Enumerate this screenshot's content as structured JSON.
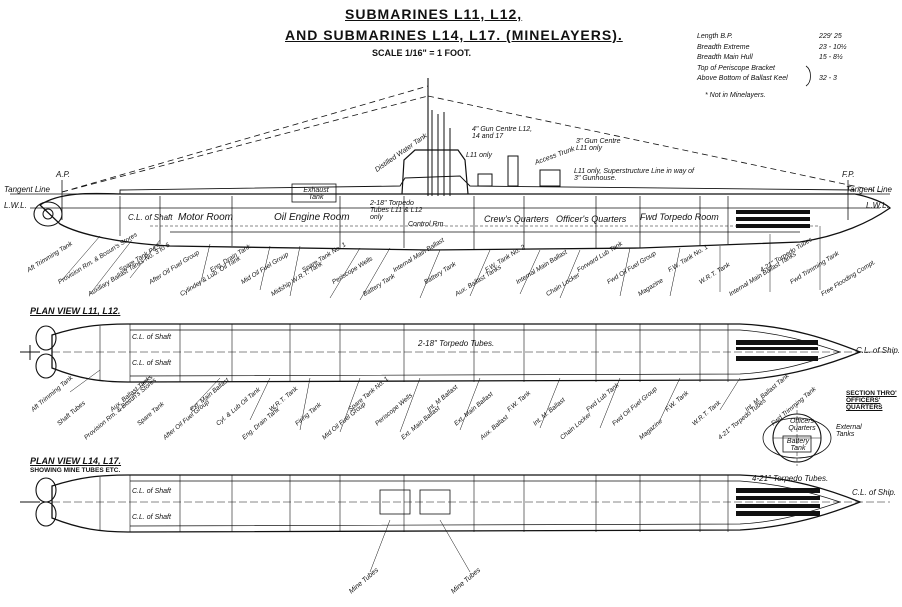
{
  "title": {
    "line1": "SUBMARINES L11, L12,",
    "line2": "AND SUBMARINES L14, L17. (MINELAYERS).",
    "scale": "SCALE 1/16\" = 1 FOOT."
  },
  "dimensions": {
    "rows": [
      {
        "label": "Length B.P.",
        "value": "229' 25"
      },
      {
        "label": "Breadth Extreme",
        "value": "23 - 10½"
      },
      {
        "label": "Breadth Main Hull",
        "value": "15 - 8½"
      },
      {
        "label": "Top of Periscope Bracket",
        "value": ""
      },
      {
        "label": "Above Bottom of Ballast Keel",
        "value": "32 - 3"
      }
    ],
    "note": "* Not in Minelayers."
  },
  "profile": {
    "labels": {
      "ap": "A.P.",
      "fp": "F.P.",
      "tangent_left": "Tangent Line",
      "tangent_right": "Tangent Line",
      "lwl_left": "L.W.L.",
      "lwl_right": "L.W.L.",
      "cl_shaft": "C.L. of Shaft",
      "motor_room": "Motor Room",
      "oil_engine_room": "Oil Engine Room",
      "exhaust_tank": "Exhaust Tank",
      "distiller": "Distilled Water Tank",
      "torpedo_tubes": "2-18\" Torpedo Tubes L11 & L12 only",
      "control_room": "Control Rm.",
      "crews_quarters": "Crew's Quarters",
      "officers_quarters": "Officer's Quarters",
      "fwd_torpedo_room": "Fwd Torpedo Room",
      "gun_centre_4": "4\" Gun Centre L12, 14 and 17",
      "l11_only": "L11 only",
      "access_trunk": "Access Trunk",
      "gun_centre_3": "3\" Gun Centre L11 only",
      "superstructure": "L11 only, Superstructure Line in way of 3\" Gunhouse."
    },
    "callouts_below": [
      "Aft Trimming Tank",
      "Provision Rm. & Bosun's Stores",
      "Auxiliary Ballast Tanks No. 3 to 6",
      "Spare Tank P&S.",
      "After Oil Fuel Group",
      "Cylinder & Lub. Oil Tank",
      "Eng. Drain Tank",
      "Mid Oil Fuel Group",
      "Midship W.R.T. Tank",
      "Spare Tank No. 1",
      "Periscope Wells",
      "Battery Tank",
      "Internal Main Ballast",
      "Battery Tank",
      "Aux. Ballast Tanks",
      "F.W. Tank No. 2",
      "Internal Main Ballast",
      "Chain Locker",
      "Forward Lub Tank",
      "Fwd Oil Fuel Group",
      "Magazine",
      "F.W. Tank No. 1",
      "W.R.T. Tank",
      "Internal Main Ballast Tanks",
      "4-21\" Torpedo Tubes",
      "Fwd Trimming Tank",
      "Free Flooding Compt."
    ]
  },
  "plan1": {
    "heading": "PLAN VIEW L11, L12.",
    "cl_shaft": "C.L. of Shaft",
    "cl_shaft2": "C.L. of Shaft",
    "torpedo": "2-18\" Torpedo Tubes.",
    "cl_ship": "C.L. of Ship.",
    "callouts_below": [
      "Aft Trimming Tank",
      "Shaft Tubes",
      "Provision Rm. & Bosun's Stores",
      "Aux. Ballast Tanks",
      "Spare Tank",
      "After Oil Fuel Group",
      "Ext. Main Ballast",
      "Cyl. & Lub Oil Tank",
      "Eng. Drain Tank",
      "W.R.T. Tank",
      "Firing Tank",
      "Mid Oil Fuel Group",
      "Spare Tank No. 1",
      "Periscope Wells",
      "Ext. Main Ballast",
      "Int. M Ballast",
      "Ext. Main Ballast",
      "Aux. Ballast",
      "F.W. Tank",
      "Int. M. Ballast",
      "Chain Locker",
      "Fwd Lub Tank",
      "Fwd Oil Fuel Group",
      "Magazine",
      "F.W. Tank",
      "W.R.T. Tank",
      "4-21\" Torpedo Tubes",
      "Int. M. Ballast Tank",
      "Fwd Trimming Tank"
    ]
  },
  "section": {
    "heading": "SECTION THRO' OFFICERS' QUARTERS",
    "officers": "Officers Quarters",
    "battery": "Battery Tank",
    "external": "External Tanks"
  },
  "plan2": {
    "heading": "PLAN VIEW L14, L17.",
    "subheading": "SHOWING MINE TUBES ETC.",
    "cl_shaft": "C.L. of Shaft",
    "cl_shaft2": "C.L. of Shaft",
    "torpedo": "4-21\" Torpedo Tubes.",
    "cl_ship": "C.L. of Ship.",
    "mine_tubes_1": "Mine Tubes",
    "mine_tubes_2": "Mine Tubes"
  }
}
